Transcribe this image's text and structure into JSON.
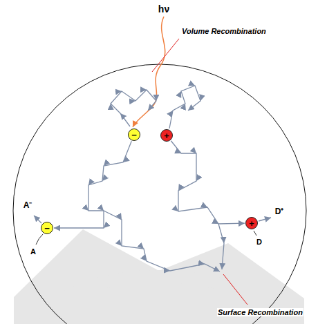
{
  "diagram": {
    "nodes": [
      {
        "text": [
          "−"
        ]
      },
      {
        "text": [
          "+"
        ]
      },
      {
        "text": [
          "−"
        ]
      },
      {
        "text": [
          "+"
        ]
      }
    ],
    "edges": [
      {
        "from": 0,
        "to": 2,
        "arrow": "to"
      },
      {
        "from": 1,
        "to": 3,
        "arrow": "to"
      }
    ],
    "labels": [
      "hν",
      "Volume Recombination",
      "A⁻",
      "A",
      "D⁺",
      "D",
      "Surface Recombination"
    ]
  }
}
